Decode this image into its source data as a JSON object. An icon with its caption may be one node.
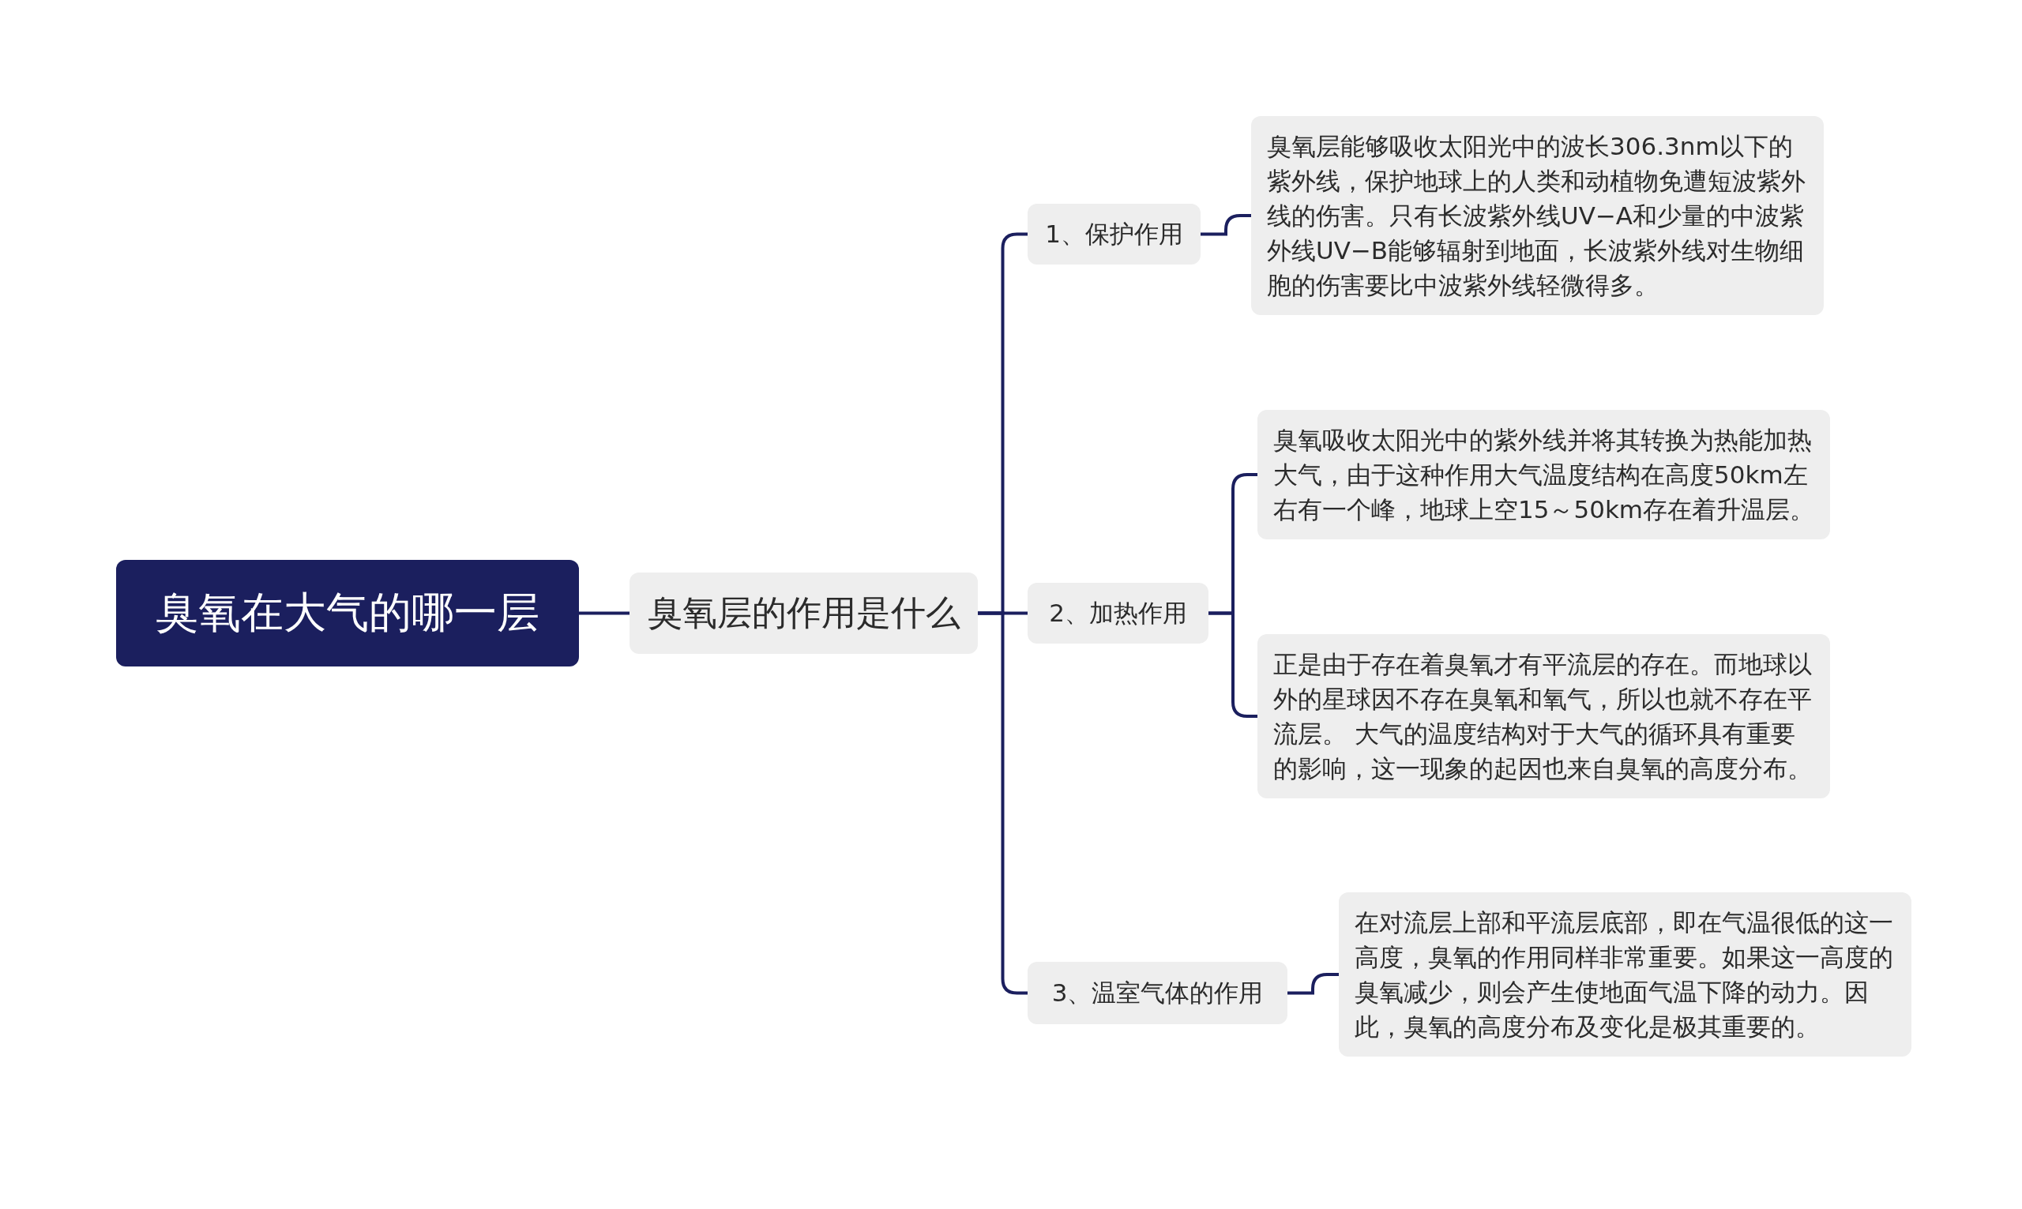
{
  "diagram": {
    "nodes": [
      {
        "text": [
          "臭氧在大气的哪一层"
        ]
      },
      {
        "text": [
          "臭氧层的作用是什么"
        ]
      },
      {
        "text": [
          "1、保护作用"
        ]
      },
      {
        "text": [
          "臭氧层能够吸收太阳光中的波长306.3nm以下的紫外线，保护地球上的人类和动植物免遭短波紫外线的伤害。只有长波紫外线UV−A和少量的中波紫外线UV−B能够辐射到地面，长波紫外线对生物细胞的伤害要比中波紫外线轻微得多。"
        ]
      },
      {
        "text": [
          "2、加热作用"
        ]
      },
      {
        "text": [
          "臭氧吸收太阳光中的紫外线并将其转换为热能加热大气，由于这种作用大气温度结构在高度50km左右有一个峰，地球上空15～50km存在着升温层。"
        ]
      },
      {
        "text": [
          "正是由于存在着臭氧才有平流层的存在。而地球以外的星球因不存在臭氧和氧气，所以也就不存在平流层。 大气的温度结构对于大气的循环具有重要的影响，这一现象的起因也来自臭氧的高度分布。"
        ]
      },
      {
        "text": [
          "3、温室气体的作用"
        ]
      },
      {
        "text": [
          "在对流层上部和平流层底部，即在气温很低的这一高度，臭氧的作用同样非常重要。如果这一高度的臭氧减少，则会产生使地面气温下降的动力。因此，臭氧的高度分布及变化是极其重要的。"
        ]
      }
    ],
    "edges": [
      {
        "from": 0,
        "to": 1,
        "arrow": "none"
      },
      {
        "from": 1,
        "to": 2,
        "arrow": "none"
      },
      {
        "from": 1,
        "to": 4,
        "arrow": "none"
      },
      {
        "from": 1,
        "to": 7,
        "arrow": "none"
      },
      {
        "from": 2,
        "to": 3,
        "arrow": "none"
      },
      {
        "from": 4,
        "to": 5,
        "arrow": "none"
      },
      {
        "from": 4,
        "to": 6,
        "arrow": "none"
      },
      {
        "from": 7,
        "to": 8,
        "arrow": "none"
      }
    ]
  }
}
